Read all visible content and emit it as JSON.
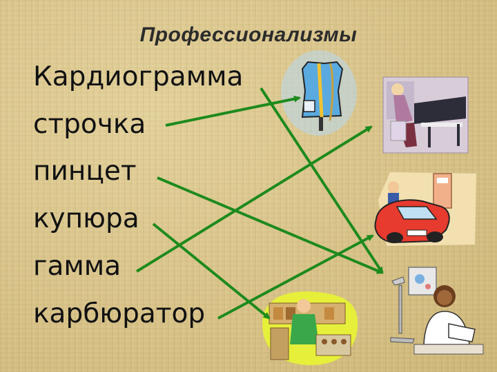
{
  "title": "Профессионализмы",
  "words": [
    "Кардиограмма",
    "строчка",
    "пинцет",
    "купюра",
    "гамма",
    "карбюратор"
  ],
  "images": [
    "tailor-mannequin-icon",
    "pianist-icon",
    "car-at-gas-station-icon",
    "doctor-at-desk-icon",
    "shop-cashier-icon"
  ],
  "colors": {
    "arrow": "#1d8a1d",
    "background": "#d9c58c"
  }
}
